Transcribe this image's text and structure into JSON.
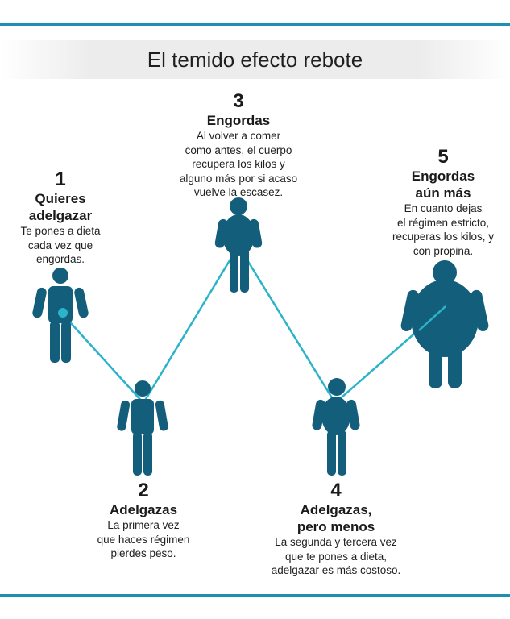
{
  "title": "El temido efecto rebote",
  "colors": {
    "figure": "#135e7a",
    "line": "#2bb3ca",
    "rule": "#1f8fb0",
    "accent_dot": "#2bb3ca"
  },
  "steps": [
    {
      "number": "1",
      "heading_lines": [
        "Quieres",
        "adelgazar"
      ],
      "description_lines": [
        "Te pones a dieta",
        "cada vez que",
        "engordas."
      ]
    },
    {
      "number": "2",
      "heading_lines": [
        "Adelgazas"
      ],
      "description_lines": [
        "La primera vez",
        "que haces régimen",
        "pierdes peso."
      ]
    },
    {
      "number": "3",
      "heading_lines": [
        "Engordas"
      ],
      "description_lines": [
        "Al volver a comer",
        "como antes, el cuerpo",
        "recupera los kilos y",
        "alguno más por si acaso",
        "vuelve la escasez."
      ]
    },
    {
      "number": "4",
      "heading_lines": [
        "Adelgazas,",
        "pero menos"
      ],
      "description_lines": [
        "La segunda y tercera vez",
        "que te pones a dieta,",
        "adelgazar es más costoso."
      ]
    },
    {
      "number": "5",
      "heading_lines": [
        "Engordas",
        "aún más"
      ],
      "description_lines": [
        "En cuanto dejas",
        "el régimen estricto,",
        "recuperas los kilos, y",
        "con propina."
      ]
    }
  ]
}
